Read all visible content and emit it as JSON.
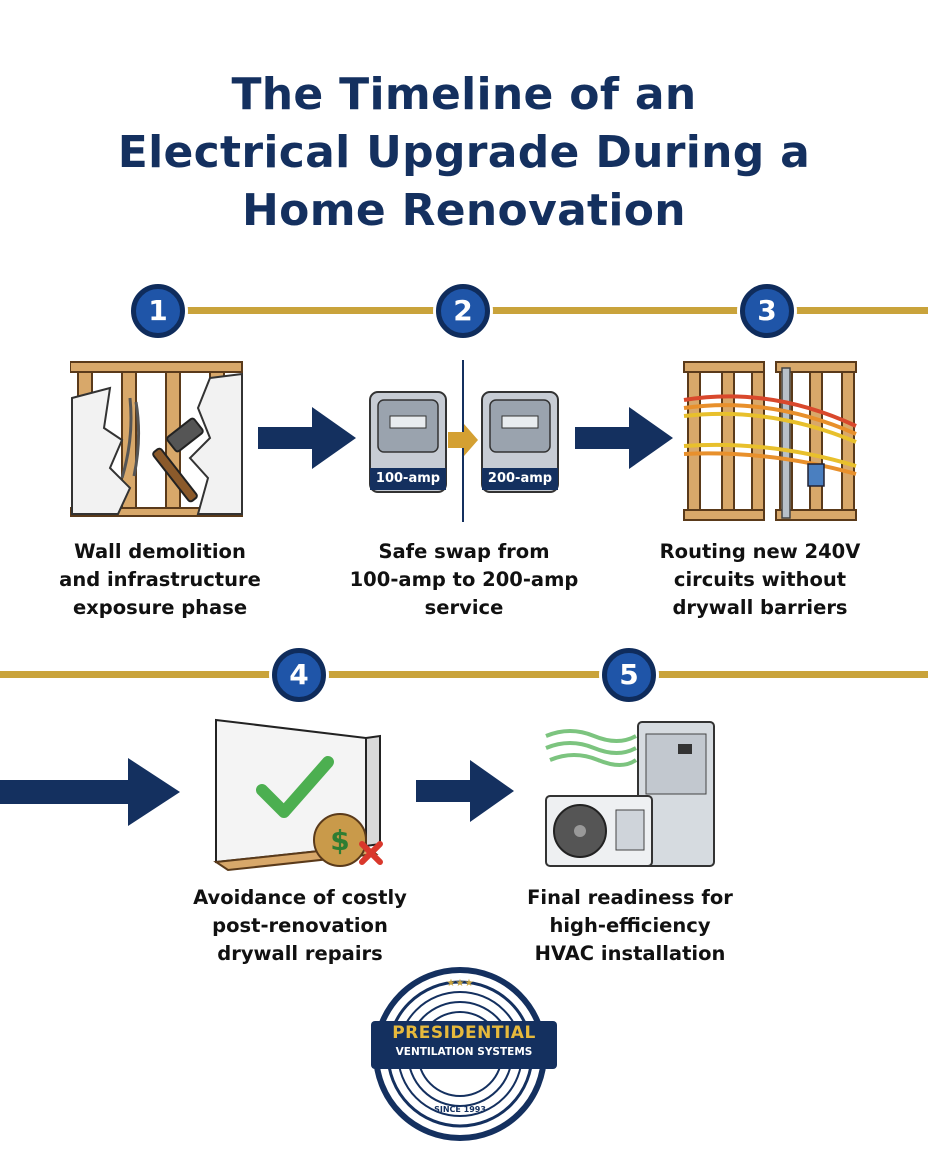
{
  "title": {
    "line1": "The Timeline of an",
    "line2": "Electrical Upgrade During a",
    "line3": "Home Renovation"
  },
  "steps": [
    {
      "number": "1",
      "caption": [
        "Wall demolition",
        "and infrastructure",
        "exposure phase"
      ]
    },
    {
      "number": "2",
      "caption": [
        "Safe swap from",
        "100-amp to 200-amp",
        "service"
      ],
      "meter_before": "100-amp",
      "meter_after": "200-amp"
    },
    {
      "number": "3",
      "caption": [
        "Routing new 240V",
        "circuits without",
        "drywall barriers"
      ]
    },
    {
      "number": "4",
      "caption": [
        "Avoidance of costly",
        "post-renovation",
        "drywall repairs"
      ]
    },
    {
      "number": "5",
      "caption": [
        "Final readiness for",
        "high-efficiency",
        "HVAC installation"
      ]
    }
  ],
  "logo": {
    "stars": "★★★",
    "name": "PRESIDENTIAL",
    "subtitle": "VENTILATION SYSTEMS",
    "since": "SINCE 1993"
  },
  "colors": {
    "navy": "#14305f",
    "badge_blue": "#1f55a8",
    "gold_rail": "#c9a33b",
    "check_green": "#4caf50",
    "x_red": "#d9382c"
  },
  "icons": [
    "hammer-icon",
    "electric-meter-icon",
    "wiring-icon",
    "drywall-check-icon",
    "hvac-unit-icon"
  ]
}
